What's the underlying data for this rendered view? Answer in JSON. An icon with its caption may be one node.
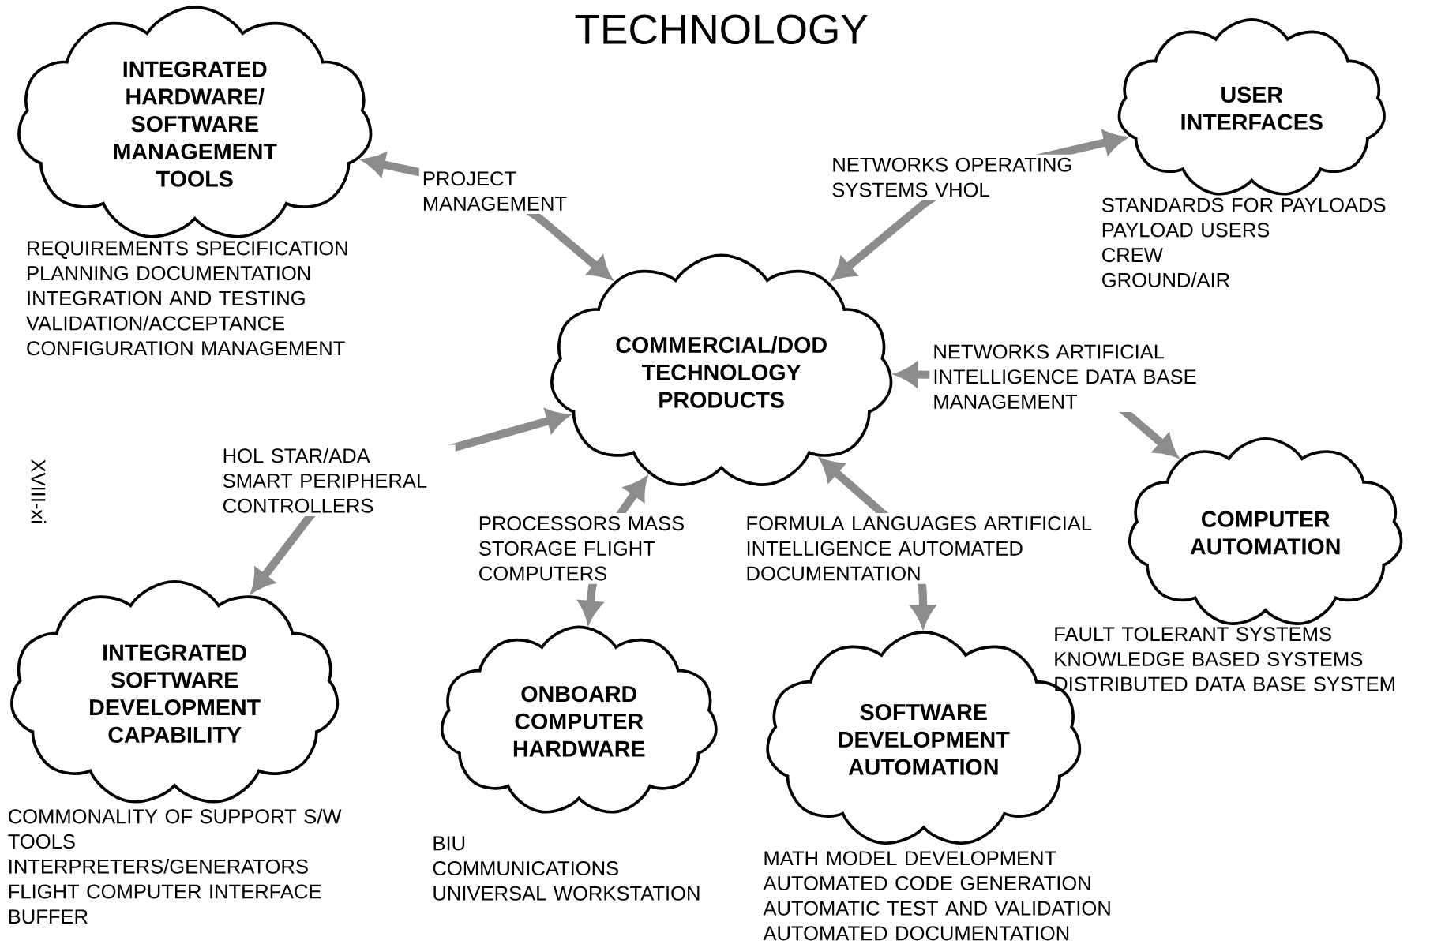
{
  "diagram": {
    "title": "TECHNOLOGY",
    "nodes": [
      {
        "text": [
          "INTEGRATED HARDWARE/ SOFTWARE MANAGEMENT TOOLS"
        ],
        "beside": [
          "REQUIREMENTS SPECIFICATION",
          "PLANNING DOCUMENTATION",
          "INTEGRATION AND TESTING",
          "VALIDATION/ACCEPTANCE",
          "CONFIGURATION MANAGEMENT"
        ]
      },
      {
        "text": [
          "COMMERCIAL/DOD TECHNOLOGY PRODUCTS"
        ]
      },
      {
        "text": [
          "USER INTERFACES"
        ],
        "beside": [
          "STANDARDS FOR PAYLOADS",
          "PAYLOAD USERS",
          "CREW",
          "GROUND/AIR"
        ]
      },
      {
        "text": [
          "COMPUTER AUTOMATION"
        ],
        "beside": [
          "FAULT TOLERANT SYSTEMS",
          "KNOWLEDGE BASED SYSTEMS",
          "DISTRIBUTED DATA BASE SYSTEM"
        ]
      },
      {
        "text": [
          "INTEGRATED SOFTWARE DEVELOPMENT CAPABILITY"
        ],
        "beside": [
          "COMMONALITY OF SUPPORT S/W TOOLS",
          "INTERPRETERS/GENERATORS",
          "FLIGHT COMPUTER INTERFACE BUFFER"
        ]
      },
      {
        "text": [
          "ONBOARD COMPUTER HARDWARE"
        ],
        "beside": [
          "BIU",
          "COMMUNICATIONS",
          "UNIVERSAL WORKSTATION"
        ]
      },
      {
        "text": [
          "SOFTWARE DEVELOPMENT AUTOMATION"
        ],
        "beside": [
          "MATH MODEL DEVELOPMENT",
          "AUTOMATED CODE GENERATION",
          "AUTOMATIC TEST AND VALIDATION",
          "AUTOMATED DOCUMENTATION"
        ]
      }
    ],
    "edges": [
      {
        "from": 0,
        "to": 1,
        "arrow": "both",
        "label": "PROJECT MANAGEMENT"
      },
      {
        "from": 1,
        "to": 2,
        "arrow": "both",
        "label": "NETWORKS OPERATING SYSTEMS VHOL"
      },
      {
        "from": 1,
        "to": 3,
        "arrow": "both",
        "label": "NETWORKS ARTIFICIAL INTELLIGENCE DATA BASE MANAGEMENT"
      },
      {
        "from": 1,
        "to": 4,
        "arrow": "both",
        "label": "HOL STAR/ADA SMART PERIPHERAL CONTROLLERS"
      },
      {
        "from": 1,
        "to": 5,
        "arrow": "both",
        "label": "PROCESSORS MASS STORAGE FLIGHT COMPUTERS"
      },
      {
        "from": 1,
        "to": 6,
        "arrow": "both",
        "label": "FORMULA LANGUAGES ARTIFICIAL INTELLIGENCE AUTOMATED DOCUMENTATION"
      }
    ],
    "labels": [
      "XVIII-xi"
    ]
  }
}
